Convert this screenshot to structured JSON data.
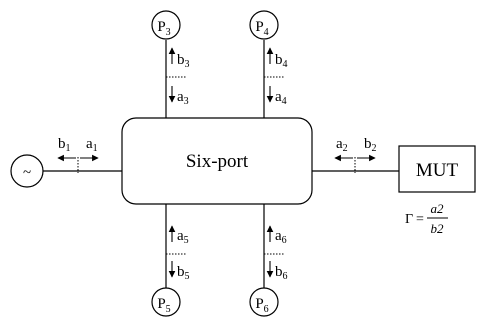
{
  "diagram": {
    "center_block": "Six-port",
    "load_block": "MUT",
    "source_symbol": "~",
    "detectors": [
      {
        "id": "P3",
        "base": "P",
        "sub": "3"
      },
      {
        "id": "P4",
        "base": "P",
        "sub": "4"
      },
      {
        "id": "P5",
        "base": "P",
        "sub": "5"
      },
      {
        "id": "P6",
        "base": "P",
        "sub": "6"
      }
    ],
    "waves": {
      "b1": {
        "base": "b",
        "sub": "1"
      },
      "a1": {
        "base": "a",
        "sub": "1"
      },
      "a2": {
        "base": "a",
        "sub": "2"
      },
      "b2": {
        "base": "b",
        "sub": "2"
      },
      "b3": {
        "base": "b",
        "sub": "3"
      },
      "a3": {
        "base": "a",
        "sub": "3"
      },
      "b4": {
        "base": "b",
        "sub": "4"
      },
      "a4": {
        "base": "a",
        "sub": "4"
      },
      "a5": {
        "base": "a",
        "sub": "5"
      },
      "b5": {
        "base": "b",
        "sub": "5"
      },
      "a6": {
        "base": "a",
        "sub": "6"
      },
      "b6": {
        "base": "b",
        "sub": "6"
      }
    },
    "reflection": {
      "lhs": "Γ",
      "eq": "=",
      "numerator": "a2",
      "denominator": "b2"
    }
  }
}
